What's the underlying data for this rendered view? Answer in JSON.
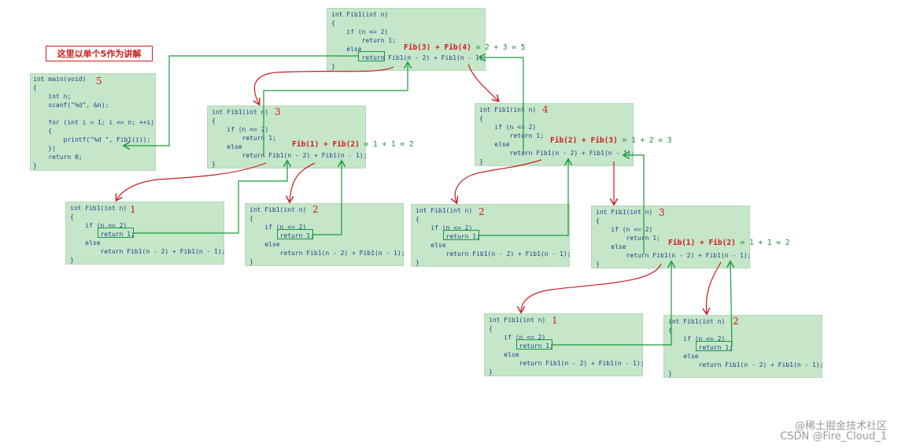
{
  "callout": "这里以单个5作为讲解",
  "main_box": {
    "label": "5",
    "lines": [
      "int main(void)",
      "{",
      "    int n;",
      "    scanf(\"%d\", &n);",
      "",
      "    for (int i = 1; i <= n; ++i)",
      "    {",
      "        printf(\"%d \", Fib1(i));",
      "    }|",
      "    return 0;",
      "}"
    ]
  },
  "fib_lines": [
    "int Fib1(int n)",
    "{",
    "    if (n <= 2)",
    "        return 1;",
    "    else",
    "        return Fib1(n - 2) + Fib1(n - 1);",
    "}"
  ],
  "boxes": [
    {
      "id": "top",
      "label": "",
      "annotation": {
        "red": "Fib(3) + Fib(4)",
        "green": " = 2 + 3 = 5"
      }
    },
    {
      "id": "l1",
      "label": "3",
      "annotation": {
        "red": "Fib(1) + Fib(2)",
        "green": " = 1 + 1 = 2"
      }
    },
    {
      "id": "r1",
      "label": "4",
      "annotation": {
        "red": "Fib(2) + Fib(3)",
        "green": " = 1 + 2 = 3"
      }
    },
    {
      "id": "l1a",
      "label": "1"
    },
    {
      "id": "l1b",
      "label": "2"
    },
    {
      "id": "r1a",
      "label": "2"
    },
    {
      "id": "r1b",
      "label": "3",
      "annotation": {
        "red": "Fib(1) + Fib(2)",
        "green": " = 1 + 1 = 2"
      }
    },
    {
      "id": "r1b1",
      "label": "1"
    },
    {
      "id": "r1b2",
      "label": "2"
    }
  ],
  "watermark": {
    "line1": "@稀土掘金技术社区",
    "line2": "CSDN @Fire_Cloud_1"
  }
}
